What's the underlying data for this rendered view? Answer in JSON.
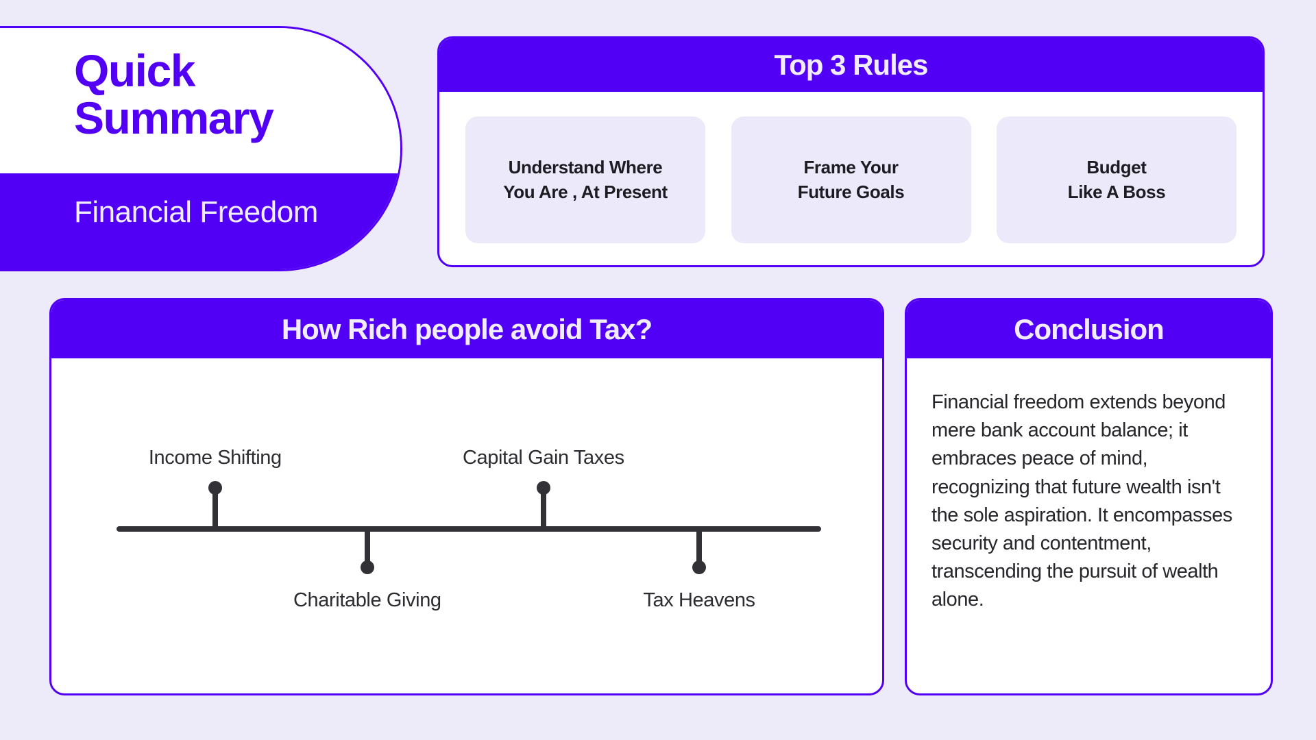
{
  "theme": {
    "background": "#EDEBFA",
    "primary_purple": "#5200F5",
    "panel_white": "#FFFFFF",
    "rule_box_fill": "#ECE9FA",
    "timeline_dark": "#323236",
    "header_text": "#F1EDFE"
  },
  "quick_summary": {
    "title": "Quick\nSummary",
    "subtitle": "Financial Freedom"
  },
  "rules": {
    "header": "Top 3 Rules",
    "items": [
      {
        "label": "Understand Where\nYou Are , At Present"
      },
      {
        "label": "Frame Your\nFuture Goals"
      },
      {
        "label": "Budget\nLike A Boss"
      }
    ]
  },
  "tax": {
    "header": "How Rich people avoid Tax?",
    "nodes": [
      {
        "label": "Income Shifting",
        "direction": "up",
        "x_pct": 13.6
      },
      {
        "label": "Charitable Giving",
        "direction": "down",
        "x_pct": 35.2
      },
      {
        "label": "Capital Gain Taxes",
        "direction": "up",
        "x_pct": 60.2
      },
      {
        "label": "Tax Heavens",
        "direction": "down",
        "x_pct": 82.3
      }
    ]
  },
  "conclusion": {
    "header": "Conclusion",
    "body": "Financial freedom extends beyond mere bank account balance; it embraces peace of mind, recognizing that future wealth isn't the sole aspiration. It encompasses security and contentment, transcending the pursuit of wealth alone."
  }
}
